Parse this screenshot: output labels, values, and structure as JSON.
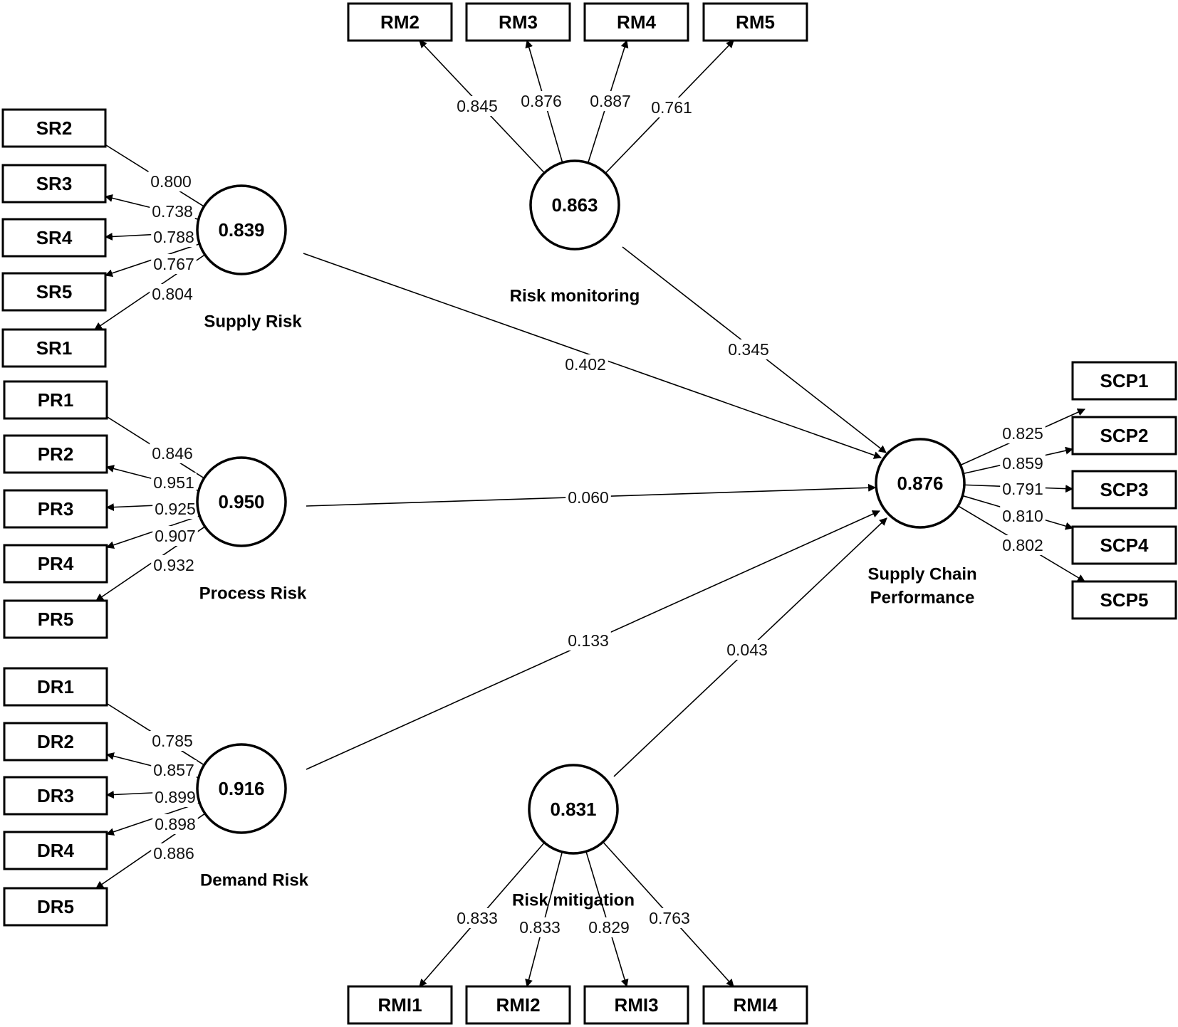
{
  "colors": {
    "line": "#000000",
    "background": "#ffffff"
  },
  "constructs": [
    {
      "id": "supply_risk",
      "name_lines": [
        "Supply Risk"
      ],
      "value": "0.839"
    },
    {
      "id": "process_risk",
      "name_lines": [
        "Process Risk"
      ],
      "value": "0.950"
    },
    {
      "id": "demand_risk",
      "name_lines": [
        "Demand Risk"
      ],
      "value": "0.916"
    },
    {
      "id": "risk_monitoring",
      "name_lines": [
        "Risk monitoring"
      ],
      "value": "0.863"
    },
    {
      "id": "risk_mitigation",
      "name_lines": [
        "Risk mitigation"
      ],
      "value": "0.831"
    },
    {
      "id": "scp",
      "name_lines": [
        "Supply Chain",
        "Performance"
      ],
      "value": "0.876"
    }
  ],
  "indicators": [
    {
      "label": "SR2",
      "construct": "supply_risk",
      "loading": "0.800"
    },
    {
      "label": "SR3",
      "construct": "supply_risk",
      "loading": "0.738"
    },
    {
      "label": "SR4",
      "construct": "supply_risk",
      "loading": "0.788"
    },
    {
      "label": "SR5",
      "construct": "supply_risk",
      "loading": "0.767"
    },
    {
      "label": "SR1",
      "construct": "supply_risk",
      "loading": "0.804"
    },
    {
      "label": "PR1",
      "construct": "process_risk",
      "loading": "0.846"
    },
    {
      "label": "PR2",
      "construct": "process_risk",
      "loading": "0.951"
    },
    {
      "label": "PR3",
      "construct": "process_risk",
      "loading": "0.925"
    },
    {
      "label": "PR4",
      "construct": "process_risk",
      "loading": "0.907"
    },
    {
      "label": "PR5",
      "construct": "process_risk",
      "loading": "0.932"
    },
    {
      "label": "DR1",
      "construct": "demand_risk",
      "loading": "0.785"
    },
    {
      "label": "DR2",
      "construct": "demand_risk",
      "loading": "0.857"
    },
    {
      "label": "DR3",
      "construct": "demand_risk",
      "loading": "0.899"
    },
    {
      "label": "DR4",
      "construct": "demand_risk",
      "loading": "0.898"
    },
    {
      "label": "DR5",
      "construct": "demand_risk",
      "loading": "0.886"
    },
    {
      "label": "RM2",
      "construct": "risk_monitoring",
      "loading": "0.845"
    },
    {
      "label": "RM3",
      "construct": "risk_monitoring",
      "loading": "0.876"
    },
    {
      "label": "RM4",
      "construct": "risk_monitoring",
      "loading": "0.887"
    },
    {
      "label": "RM5",
      "construct": "risk_monitoring",
      "loading": "0.761"
    },
    {
      "label": "RMI1",
      "construct": "risk_mitigation",
      "loading": "0.833"
    },
    {
      "label": "RMI2",
      "construct": "risk_mitigation",
      "loading": "0.833"
    },
    {
      "label": "RMI3",
      "construct": "risk_mitigation",
      "loading": "0.829"
    },
    {
      "label": "RMI4",
      "construct": "risk_mitigation",
      "loading": "0.763"
    },
    {
      "label": "SCP1",
      "construct": "scp",
      "loading": "0.825"
    },
    {
      "label": "SCP2",
      "construct": "scp",
      "loading": "0.859"
    },
    {
      "label": "SCP3",
      "construct": "scp",
      "loading": "0.791"
    },
    {
      "label": "SCP4",
      "construct": "scp",
      "loading": "0.810"
    },
    {
      "label": "SCP5",
      "construct": "scp",
      "loading": "0.802"
    }
  ],
  "paths": [
    {
      "from": "supply_risk",
      "to": "scp",
      "coefficient": "0.402"
    },
    {
      "from": "process_risk",
      "to": "scp",
      "coefficient": "0.060"
    },
    {
      "from": "demand_risk",
      "to": "scp",
      "coefficient": "0.133"
    },
    {
      "from": "risk_monitoring",
      "to": "scp",
      "coefficient": "0.345"
    },
    {
      "from": "risk_mitigation",
      "to": "scp",
      "coefficient": "0.043"
    }
  ]
}
